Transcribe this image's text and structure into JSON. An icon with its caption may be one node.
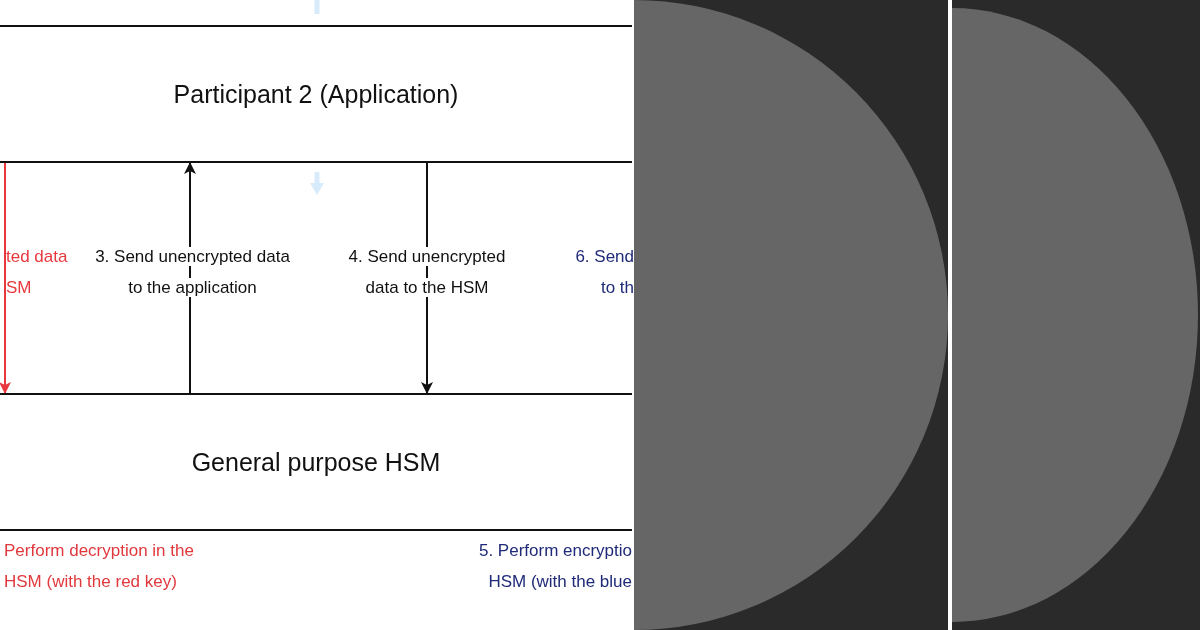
{
  "diagram": {
    "nodes": [
      {
        "text": [
          "Participant 2 (Application)"
        ]
      },
      {
        "text": [
          "General purpose HSM"
        ]
      }
    ],
    "edges": [
      {
        "from": 0,
        "to": 1,
        "arrow": "to",
        "label": "ted data SM",
        "color": "#e8383d"
      },
      {
        "from": 1,
        "to": 0,
        "arrow": "to",
        "label": "3. Send unencrypted data to the application"
      },
      {
        "from": 0,
        "to": 1,
        "arrow": "to",
        "label": "4. Send unencrypted data to the HSM"
      }
    ],
    "labels": [
      "6. Send to th",
      "Perform decryption in the HSM (with the red key)",
      "5. Perform encryptio HSM (with the blue"
    ]
  }
}
